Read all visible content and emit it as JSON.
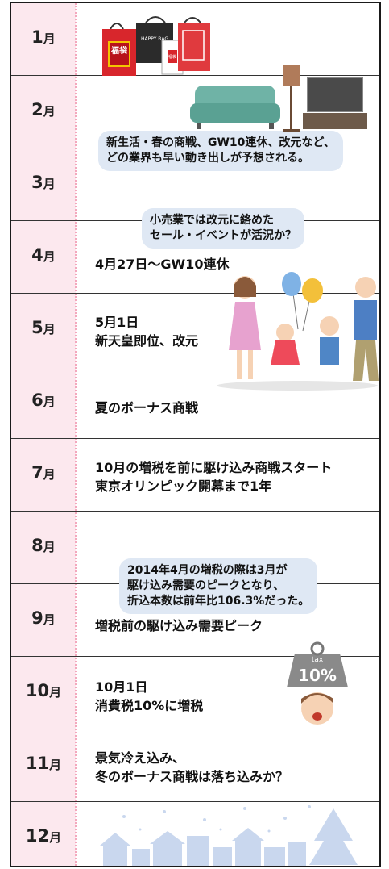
{
  "months": [
    {
      "num": "1",
      "unit": "月",
      "lines": []
    },
    {
      "num": "2",
      "unit": "月",
      "lines": []
    },
    {
      "num": "3",
      "unit": "月",
      "lines": []
    },
    {
      "num": "4",
      "unit": "月",
      "lines": [
        "4月27日〜GW10連休"
      ]
    },
    {
      "num": "5",
      "unit": "月",
      "lines": [
        "5月1日",
        "新天皇即位、改元"
      ]
    },
    {
      "num": "6",
      "unit": "月",
      "lines": [
        "夏のボーナス商戦"
      ]
    },
    {
      "num": "7",
      "unit": "月",
      "lines": [
        "10月の増税を前に駆け込み商戦スタート",
        "東京オリンピック開幕まで1年"
      ]
    },
    {
      "num": "8",
      "unit": "月",
      "lines": []
    },
    {
      "num": "9",
      "unit": "月",
      "lines": [
        "増税前の駆け込み需要ピーク"
      ]
    },
    {
      "num": "10",
      "unit": "月",
      "lines": [
        "10月1日",
        "消費税10%に増税"
      ]
    },
    {
      "num": "11",
      "unit": "月",
      "lines": [
        "景気冷え込み、",
        "冬のボーナス商戦は落ち込みか？"
      ]
    },
    {
      "num": "12",
      "unit": "月",
      "lines": []
    }
  ],
  "bubbles": {
    "b1": [
      "新生活・春の商戦、GW10連休、改元など、",
      "どの業界も早い動き出しが予想される。"
    ],
    "b2": [
      "小売業では改元に絡めた",
      "セール・イベントが活況か？"
    ],
    "b3": [
      "2014年4月の増税の際は3月が",
      "駆け込み需要のピークとなり、",
      "折込本数は前年比106.3%だった。"
    ]
  },
  "illustrations": {
    "bag_happy": "HAPPY BAG",
    "bag_fuku": "福袋",
    "bag_fukubiki": "福袋",
    "tax_tag": "tax",
    "tax_rate": "10%"
  },
  "colors": {
    "accent_pink": "#fce8ee",
    "bubble": "#dfe8f4",
    "bag_red": "#d8262c"
  }
}
